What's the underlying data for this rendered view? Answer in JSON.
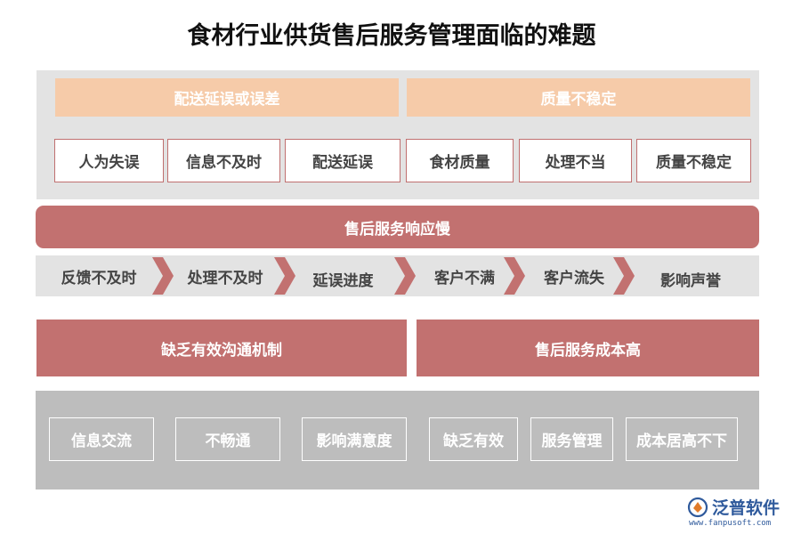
{
  "title": "食材行业供货售后服务管理面临的难题",
  "top_section": {
    "headers": [
      "配送延误或误差",
      "质量不稳定"
    ],
    "boxes": [
      "人为失误",
      "信息不及时",
      "配送延误",
      "食材质量",
      "处理不当",
      "质量不稳定"
    ]
  },
  "middle_bar": "售后服务响应慢",
  "flow": [
    "反馈不及时",
    "处理不及时",
    "延误进度",
    "客户不满",
    "客户流失",
    "影响声誉"
  ],
  "bottom_section": {
    "headers": [
      "缺乏有效沟通机制",
      "售后服务成本高"
    ],
    "boxes": [
      "信息交流",
      "不畅通",
      "影响满意度",
      "缺乏有效",
      "服务管理",
      "成本居高不下"
    ]
  },
  "logo": {
    "name": "泛普软件",
    "url": "www.fanpusoft.com"
  },
  "colors": {
    "tan": "#f6cba9",
    "red": "#c27170",
    "light_gray": "#e3e3e3",
    "mid_gray": "#bdbdbd"
  }
}
